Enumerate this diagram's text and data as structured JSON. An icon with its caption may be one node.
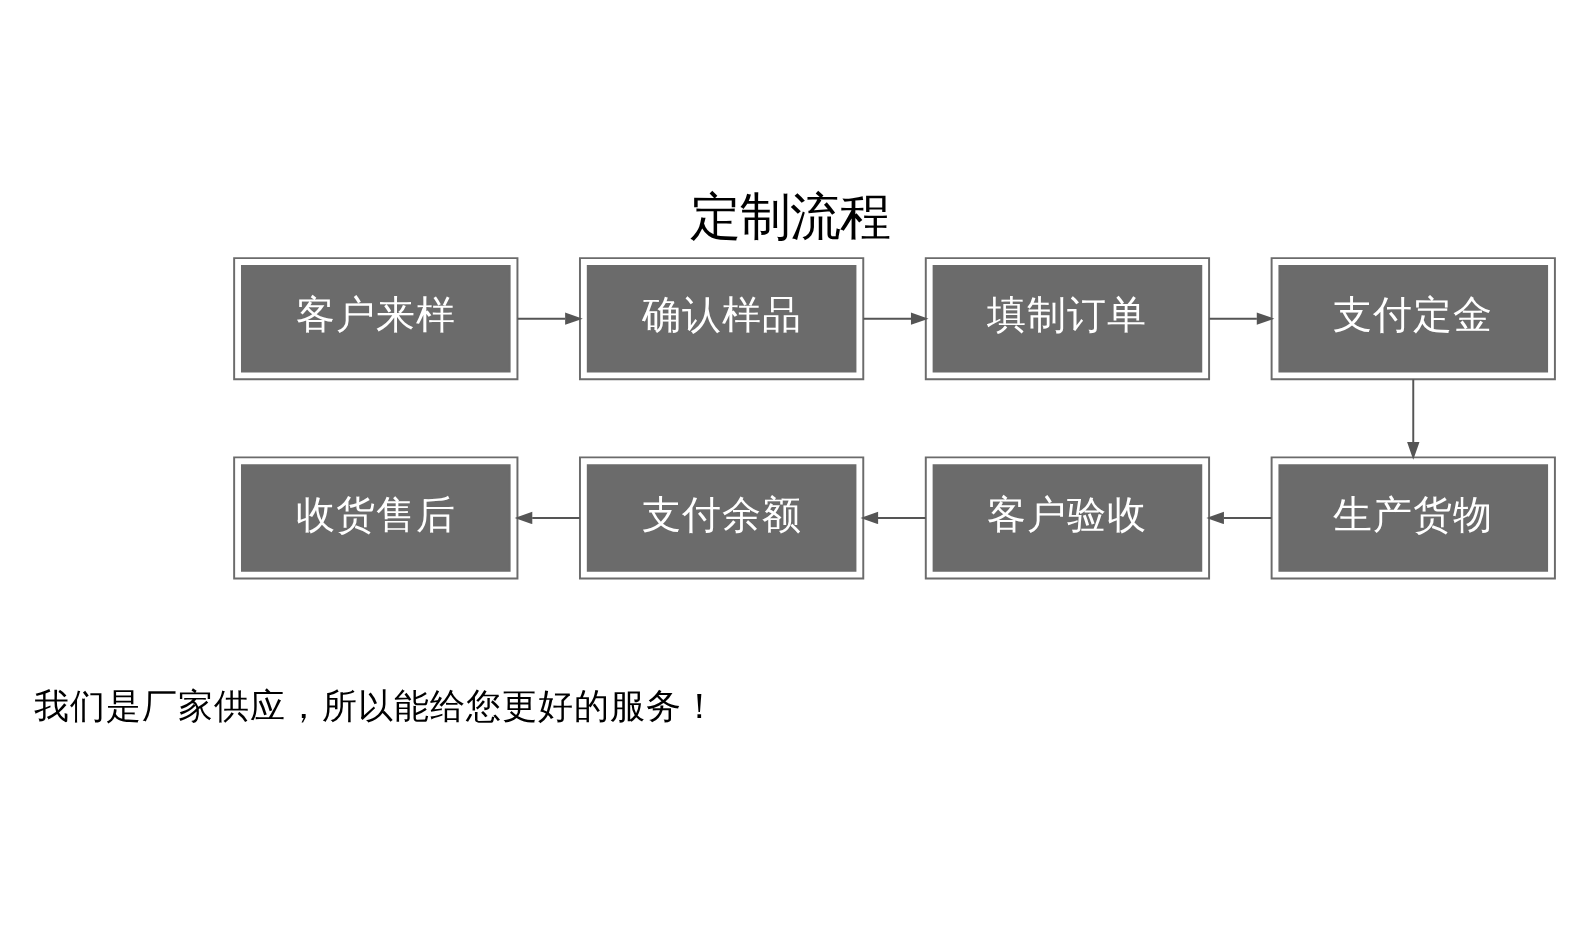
{
  "diagram": {
    "title": "定制流程",
    "caption": "我们是厂家供应，所以能给您更好的服务！",
    "nodes": [
      {
        "text": [
          "客户来样"
        ]
      },
      {
        "text": [
          "确认样品"
        ]
      },
      {
        "text": [
          "填制订单"
        ]
      },
      {
        "text": [
          "支付定金"
        ]
      },
      {
        "text": [
          "收货售后"
        ]
      },
      {
        "text": [
          "支付余额"
        ]
      },
      {
        "text": [
          "客户验收"
        ]
      },
      {
        "text": [
          "生产货物"
        ]
      }
    ],
    "edges": [
      {
        "from": 0,
        "to": 1,
        "arrow": "to"
      },
      {
        "from": 1,
        "to": 2,
        "arrow": "to"
      },
      {
        "from": 2,
        "to": 3,
        "arrow": "to"
      },
      {
        "from": 3,
        "to": 7,
        "arrow": "to"
      },
      {
        "from": 7,
        "to": 6,
        "arrow": "to"
      },
      {
        "from": 6,
        "to": 5,
        "arrow": "to"
      },
      {
        "from": 5,
        "to": 4,
        "arrow": "to"
      }
    ]
  }
}
